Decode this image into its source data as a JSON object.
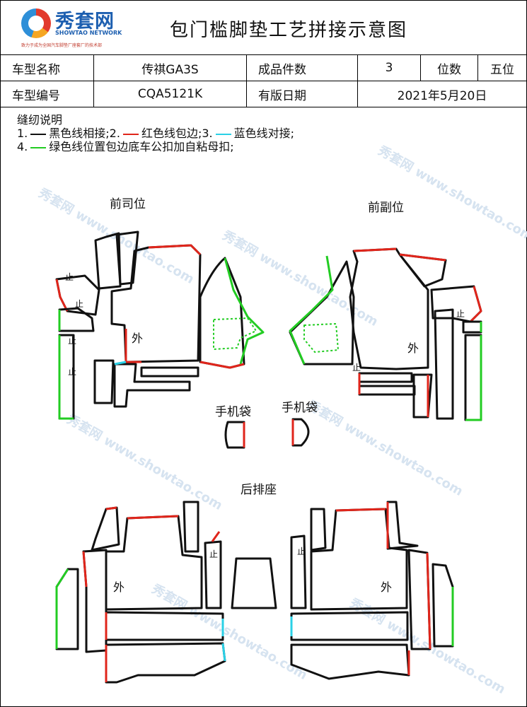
{
  "logo": {
    "brand": "秀套网",
    "sub": "SHOWTAO NETWORK",
    "tagline": "致力于成为全国汽车脚垫厂座套厂的技术部"
  },
  "title": "包门槛脚垫工艺拼接示意图",
  "info": {
    "model_name_label": "车型名称",
    "model_name": "传祺GA3S",
    "pieces_label": "成品件数",
    "pieces": "3",
    "seats_label": "位数",
    "seats": "五位",
    "model_code_label": "车型编号",
    "model_code": "CQA5121K",
    "date_label": "有版日期",
    "date": "2021年5月20日"
  },
  "notes": {
    "heading": "缝纫说明",
    "n1_prefix": "1.",
    "n1": "黑色线相接;2.",
    "n2": "红色线包边;3.",
    "n3": "蓝色线对接;",
    "n4_prefix": "4.",
    "n4": "绿色线位置包边底车公扣加自粘母扣;"
  },
  "line_colors": {
    "black": "#111111",
    "red": "#e0251b",
    "blue": "#2ad0e6",
    "green": "#22cc22"
  },
  "labels": {
    "front_driver": "前司位",
    "front_passenger": "前副位",
    "phone_bag_left": "手机袋",
    "phone_bag_right": "手机袋",
    "rear": "后排座",
    "outer": "外",
    "stop": "止"
  },
  "watermark": "秀套网 www.showtao.com"
}
